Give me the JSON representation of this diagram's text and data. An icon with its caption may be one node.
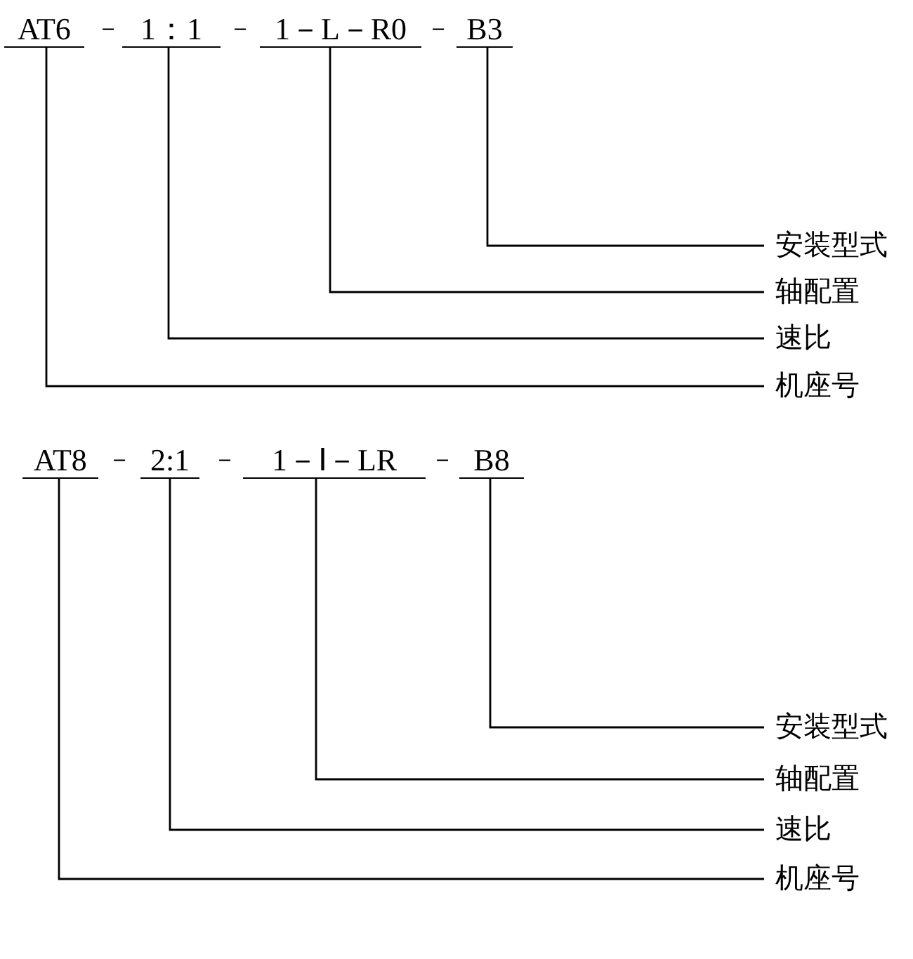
{
  "diagram": {
    "nodes": [
      {
        "text": [
          "AT6"
        ]
      },
      {
        "text": [
          "1：1"
        ]
      },
      {
        "text": [
          "1－L－R0"
        ]
      },
      {
        "text": [
          "B3"
        ]
      },
      {
        "text": [
          "安装型式"
        ]
      },
      {
        "text": [
          "轴配置"
        ]
      },
      {
        "text": [
          "速比"
        ]
      },
      {
        "text": [
          "机座号"
        ]
      },
      {
        "text": [
          "AT8"
        ]
      },
      {
        "text": [
          "2:1"
        ]
      },
      {
        "text": [
          "1－Ⅰ－LR"
        ]
      },
      {
        "text": [
          "B8"
        ]
      },
      {
        "text": [
          "安装型式"
        ]
      },
      {
        "text": [
          "轴配置"
        ]
      },
      {
        "text": [
          "速比"
        ]
      },
      {
        "text": [
          "机座号"
        ]
      }
    ],
    "edges": [
      {
        "from": 3,
        "to": 4,
        "arrow": "none"
      },
      {
        "from": 2,
        "to": 5,
        "arrow": "none"
      },
      {
        "from": 1,
        "to": 6,
        "arrow": "none"
      },
      {
        "from": 0,
        "to": 7,
        "arrow": "none"
      },
      {
        "from": 11,
        "to": 12,
        "arrow": "none"
      },
      {
        "from": 10,
        "to": 13,
        "arrow": "none"
      },
      {
        "from": 9,
        "to": 14,
        "arrow": "none"
      },
      {
        "from": 8,
        "to": 15,
        "arrow": "none"
      }
    ],
    "labels": [
      "－",
      "－",
      "－",
      "－",
      "－",
      "－"
    ]
  }
}
